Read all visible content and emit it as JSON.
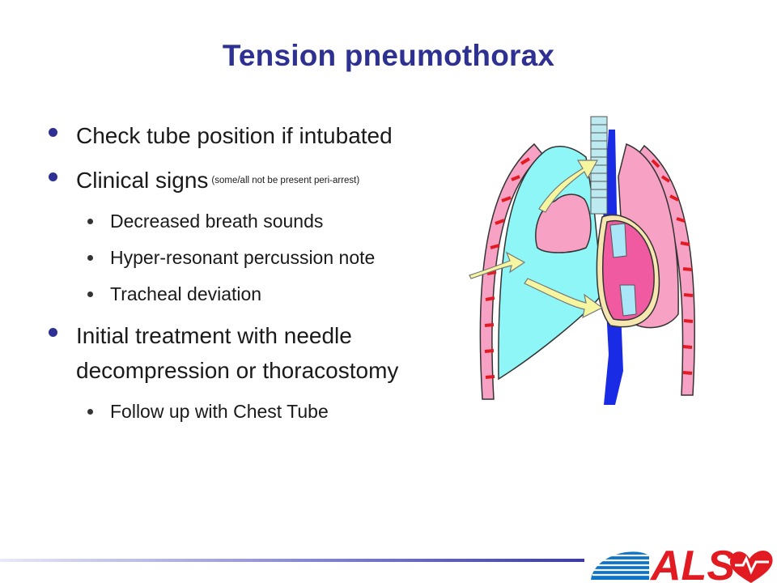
{
  "slide": {
    "title": "Tension pneumothorax",
    "bullets": [
      {
        "text": "Check tube position if intubated"
      },
      {
        "text": "Clinical signs",
        "note": "(some/all not be present peri-arrest)",
        "subs": [
          "Decreased breath sounds",
          "Hyper-resonant percussion note",
          "Tracheal deviation"
        ]
      },
      {
        "text": "Initial treatment with needle decompression or thoracostomy",
        "subs": [
          "Follow up with Chest Tube"
        ]
      }
    ]
  },
  "logo": {
    "text": "ALS"
  },
  "colors": {
    "title": "#2E3192",
    "lung_collapsed": "#F7A1C4",
    "pleural_air": "#8EF6F6",
    "heart": "#F05AA0",
    "vessel": "#1A2BE6",
    "arrow": "#F6F6A0",
    "logo_red": "#E21B23",
    "logo_blue": "#0B74C9"
  },
  "icons": [
    "lungs-illustration",
    "heart-icon",
    "als-logo"
  ]
}
